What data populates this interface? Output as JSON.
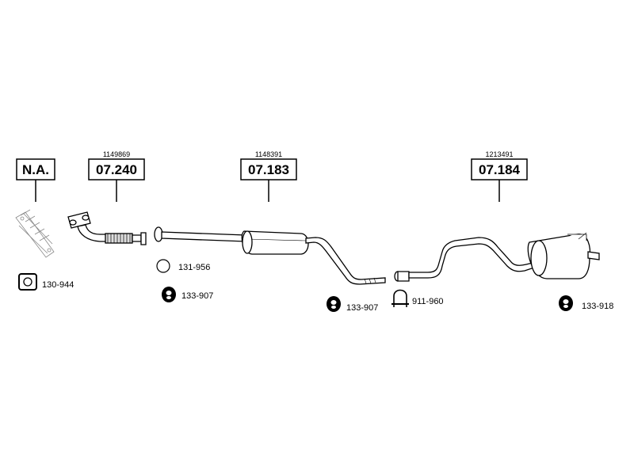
{
  "parts": [
    {
      "code": "N.A.",
      "ref": ""
    },
    {
      "code": "07.240",
      "ref": "1149869"
    },
    {
      "code": "07.183",
      "ref": "1148391"
    },
    {
      "code": "07.184",
      "ref": "1213491"
    }
  ],
  "accessories": [
    {
      "code": "130-944",
      "icon": "gasket-icon"
    },
    {
      "code": "131-956",
      "icon": "ring-icon"
    },
    {
      "code": "133-907",
      "icon": "rubber-hanger-icon"
    },
    {
      "code": "133-907",
      "icon": "rubber-hanger-icon"
    },
    {
      "code": "911-960",
      "icon": "clamp-icon"
    },
    {
      "code": "133-918",
      "icon": "rubber-hanger-icon"
    }
  ],
  "colors": {
    "line": "#000000",
    "box_fill": "#ffffff",
    "fill_light": "#d8d8d8"
  }
}
